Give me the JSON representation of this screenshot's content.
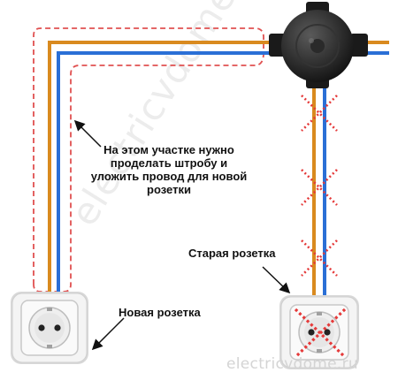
{
  "annotations": {
    "note": "На этом участке нужно проделать штробу и уложить провод для новой розетки",
    "old_socket": "Старая розетка",
    "new_socket": "Новая розетка"
  },
  "watermarks": {
    "bottom": "electricvdome.ru",
    "diagonal": "electricvdome.ru"
  },
  "colors": {
    "wire_orange": "#d98a1f",
    "wire_blue": "#2a6fd6",
    "dashed_outline": "#e05050",
    "cross_marks": "#e53a3a",
    "junction_box": "#1c1c1c",
    "socket_plate": "#f0f0f0"
  },
  "icons": {
    "junction_box": "junction-box-icon",
    "new_socket": "power-socket-icon",
    "old_socket": "power-socket-icon"
  }
}
